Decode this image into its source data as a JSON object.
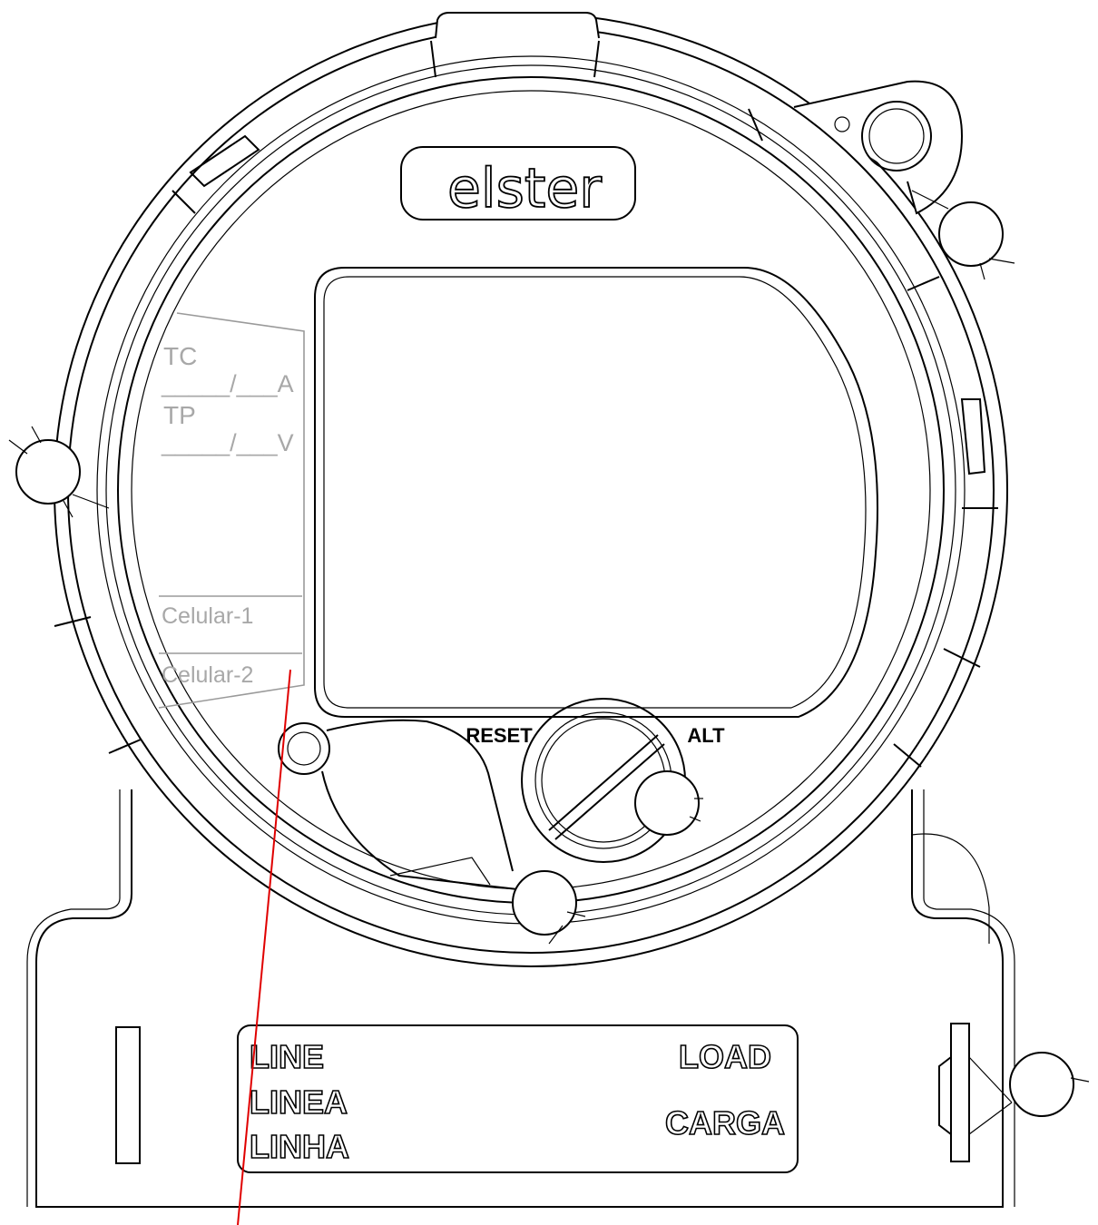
{
  "brand": "elster",
  "label_panel": {
    "tc": "TC",
    "tc_ratio": "_____/___A",
    "tp": "TP",
    "tp_ratio": "_____/___V",
    "cell1": "Celular-1",
    "cell2": "Celular-2"
  },
  "buttons": {
    "reset": "RESET",
    "alt": "ALT"
  },
  "terminal_plate": {
    "line": [
      "LINE",
      "LINEA",
      "LINHA"
    ],
    "load": [
      "LOAD",
      "CARGA"
    ]
  },
  "colors": {
    "outline": "#000000",
    "label_text": "#a8a8a8",
    "pointer_line": "#e00000",
    "background": "#ffffff"
  }
}
